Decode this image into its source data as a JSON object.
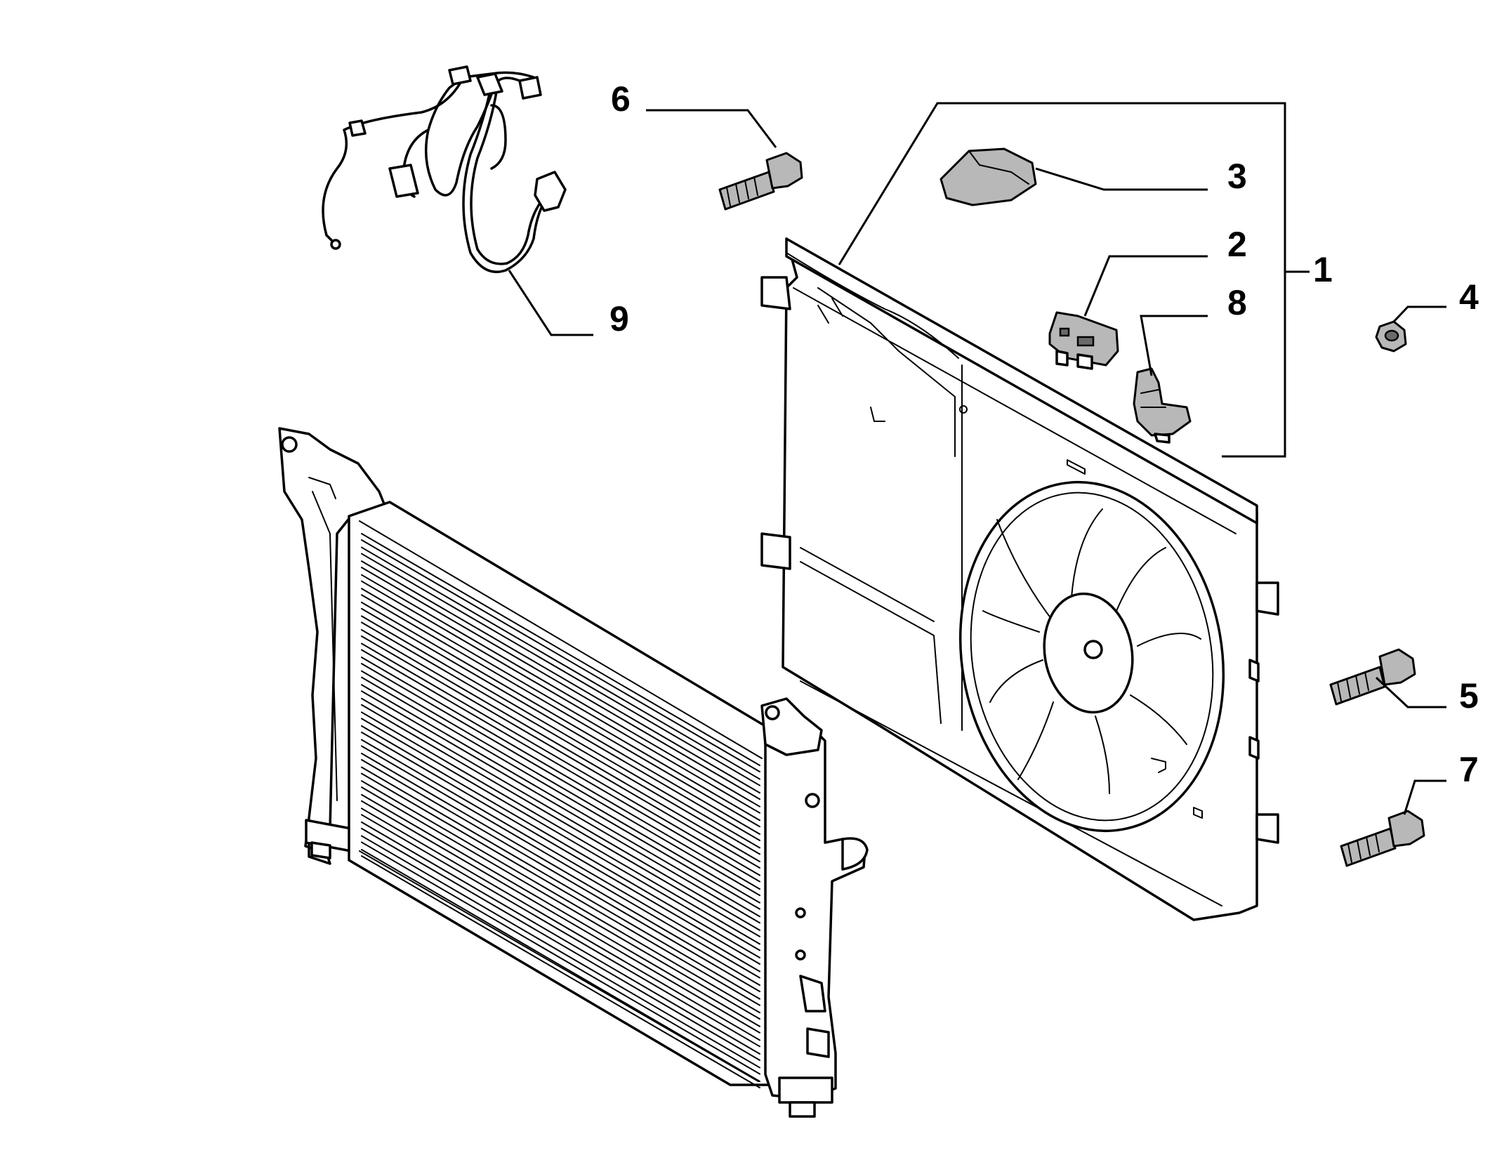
{
  "diagram": {
    "callouts": [
      {
        "id": "1",
        "label": "1"
      },
      {
        "id": "2",
        "label": "2"
      },
      {
        "id": "3",
        "label": "3"
      },
      {
        "id": "4",
        "label": "4"
      },
      {
        "id": "5",
        "label": "5"
      },
      {
        "id": "6",
        "label": "6"
      },
      {
        "id": "7",
        "label": "7"
      },
      {
        "id": "8",
        "label": "8"
      },
      {
        "id": "9",
        "label": "9"
      }
    ],
    "parts": [
      {
        "callout": "1",
        "part": "fan-shroud-assembly"
      },
      {
        "callout": "2",
        "part": "resistor-module"
      },
      {
        "callout": "3",
        "part": "cover-cap"
      },
      {
        "callout": "4",
        "part": "nut"
      },
      {
        "callout": "5",
        "part": "bolt"
      },
      {
        "callout": "6",
        "part": "bolt"
      },
      {
        "callout": "7",
        "part": "bolt"
      },
      {
        "callout": "8",
        "part": "clip"
      },
      {
        "callout": "9",
        "part": "wiring-harness"
      }
    ]
  }
}
